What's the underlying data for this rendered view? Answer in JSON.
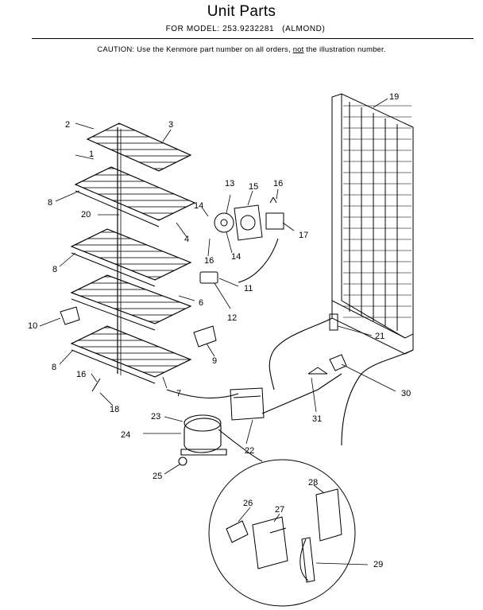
{
  "header": {
    "title": "Unit Parts",
    "model_prefix": "FOR MODEL: 253.9232281",
    "model_color": "(ALMOND)",
    "caution_a": "CAUTION:  Use the Kenmore part number on all orders,",
    "caution_not": "not",
    "caution_b": "the illustration number."
  },
  "callouts": [
    "1",
    "2",
    "3",
    "4",
    "6",
    "7",
    "8",
    "8",
    "8",
    "9",
    "10",
    "11",
    "12",
    "13",
    "14",
    "14",
    "15",
    "16",
    "16",
    "16",
    "17",
    "18",
    "19",
    "20",
    "21",
    "22",
    "23",
    "24",
    "25",
    "26",
    "27",
    "28",
    "29",
    "30",
    "31"
  ]
}
